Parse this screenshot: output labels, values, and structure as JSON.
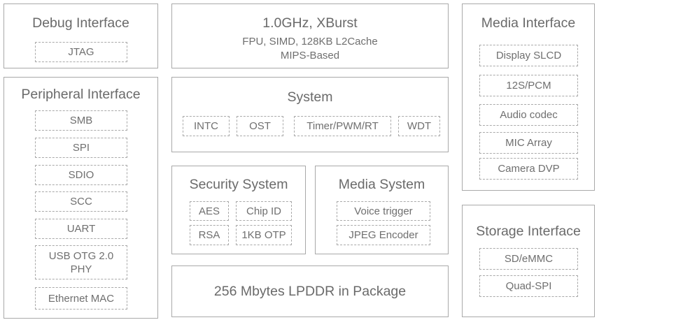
{
  "debug": {
    "title": "Debug Interface",
    "items": [
      "JTAG"
    ]
  },
  "peripheral": {
    "title": "Peripheral Interface",
    "items": [
      "SMB",
      "SPI",
      "SDIO",
      "SCC",
      "UART",
      "USB OTG 2.0",
      "PHY",
      "Ethernet MAC"
    ]
  },
  "cpu": {
    "title": "1.0GHz, XBurst",
    "lines": [
      "FPU, SIMD, 128KB L2Cache",
      "MIPS-Based"
    ]
  },
  "system": {
    "title": "System",
    "items": [
      "INTC",
      "OST",
      "Timer/PWM/RT",
      "WDT"
    ]
  },
  "security": {
    "title": "Security System",
    "items": [
      "AES",
      "Chip ID",
      "RSA",
      "1KB OTP"
    ]
  },
  "media_system": {
    "title": "Media System",
    "items": [
      "Voice trigger",
      "JPEG Encoder"
    ]
  },
  "memory": {
    "title": "256 Mbytes LPDDR in Package"
  },
  "media_interface": {
    "title": "Media Interface",
    "items": [
      "Display SLCD",
      "12S/PCM",
      "Audio codec",
      "MIC Array",
      "Camera DVP"
    ]
  },
  "storage": {
    "title": "Storage Interface",
    "items": [
      "SD/eMMC",
      "Quad-SPI"
    ]
  }
}
